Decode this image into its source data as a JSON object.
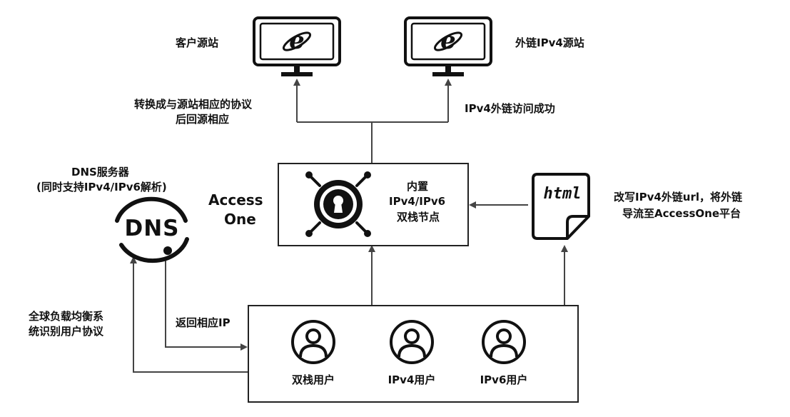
{
  "diagram": {
    "customer_origin_label": "客户源站",
    "external_origin_label": "外链IPv4源站",
    "convert_note_line1": "转换成与源站相应的协议",
    "convert_note_line2": "后回源相应",
    "external_success_note": "IPv4外链访问成功",
    "dns_title_line1": "DNS服务器",
    "dns_title_line2": "(同时支持IPv4/IPv6解析)",
    "dns_logo_text": "DNS",
    "accessone_line1": "Access",
    "accessone_line2": "One",
    "node_line1": "内置",
    "node_line2": "IPv4/IPv6",
    "node_line3": "双栈节点",
    "html_icon_text": "html",
    "rewrite_note_line1": "改写IPv4外链url，将外链",
    "rewrite_note_line2": "导流至AccessOne平台",
    "gslb_note_line1": "全球负载均衡系",
    "gslb_note_line2": "统识别用户协议",
    "return_ip_note": "返回相应IP",
    "users": [
      {
        "label": "双栈用户"
      },
      {
        "label": "IPv4用户"
      },
      {
        "label": "IPv6用户"
      }
    ],
    "colors": {
      "line": "#444444",
      "stroke": "#111111",
      "fill_dark": "#111111"
    },
    "icons": [
      "monitor-browser-icon",
      "dns-icon",
      "lock-node-icon",
      "html-file-icon",
      "user-icon"
    ]
  }
}
